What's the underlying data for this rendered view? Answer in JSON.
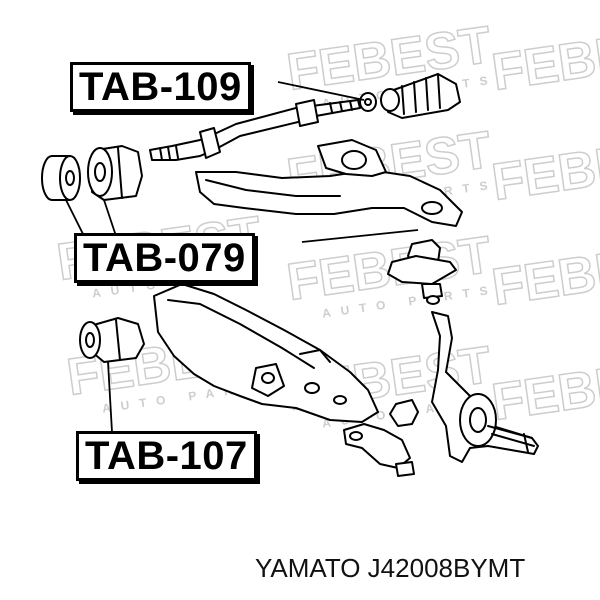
{
  "labels": {
    "upper_bushing": "TAB-109",
    "upper_arm_bushing": "TAB-079",
    "lower_arm_bushing": "TAB-107"
  },
  "watermark": {
    "brand": "FEBEST",
    "tagline": "AUTO PARTS"
  },
  "caption": "YAMATO J42008BYMT",
  "colors": {
    "ink": "#000000",
    "watermark": "#c8c8c8"
  }
}
